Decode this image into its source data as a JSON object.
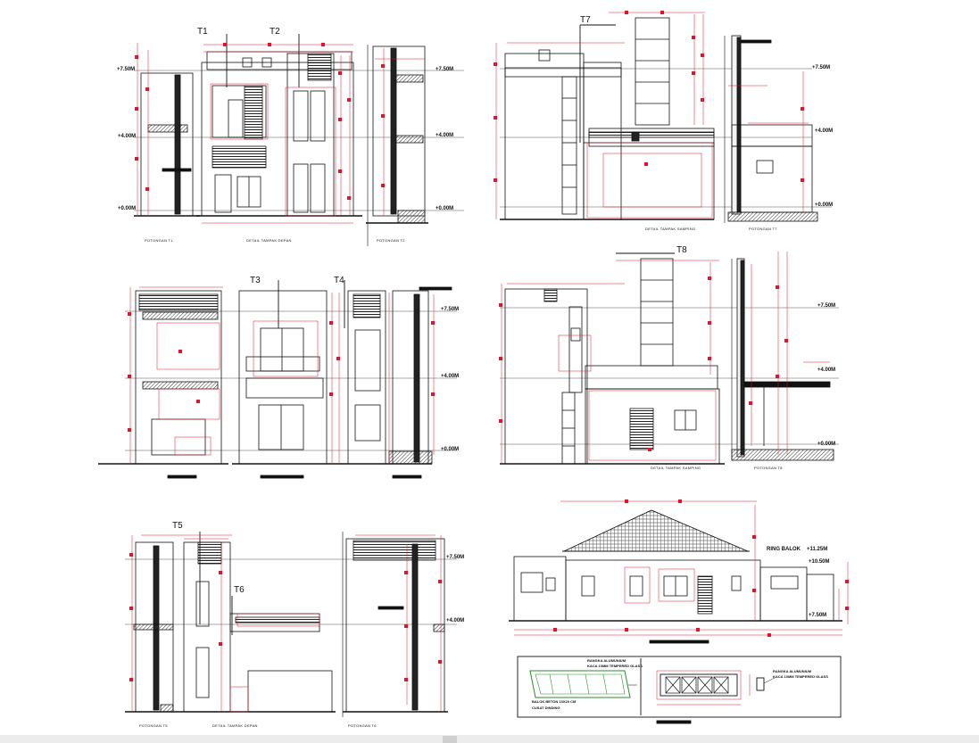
{
  "sections": {
    "p1": {
      "tags": [
        "T1",
        "T2"
      ],
      "levels": [
        "+7.50M",
        "+4.00M",
        "+0.00M",
        "+7.50M",
        "+4.00M",
        "+0.00M"
      ],
      "captions": [
        "POTONGAN T1",
        "DETAIL TAMPAK DEPAN",
        "POTONGAN T2"
      ]
    },
    "p2": {
      "tags": [
        "T7"
      ],
      "levels": [
        "+7.50M",
        "+4.00M",
        "+0.00M"
      ],
      "captions": [
        "DETAIL TAMPAK SAMPING",
        "POTONGAN T7"
      ]
    },
    "p3": {
      "tags": [
        "T3",
        "T4"
      ],
      "levels": [
        "+7.50M",
        "+4.00M",
        "+0.00M"
      ],
      "captions": []
    },
    "p4": {
      "tags": [
        "T8"
      ],
      "levels": [
        "+7.50M",
        "+4.00M",
        "+0.00M"
      ],
      "captions": [
        "DETAIL TAMPAK SAMPING",
        "POTONGAN T8"
      ]
    },
    "p5": {
      "tags": [
        "T5",
        "T6"
      ],
      "levels": [
        "+7.50M",
        "+4.00M"
      ],
      "captions": [
        "POTONGAN T5",
        "DETAIL TAMPAK DEPAN",
        "POTONGAN T6"
      ]
    },
    "p6": {
      "levels": [
        "RING BALOK",
        "+11.25M",
        "+10.50M",
        "+7.50M"
      ],
      "notes": [
        "RANGKA ALUMUNIUM",
        "KACA 10MM TEMPERED GLASS",
        "BALOK BETON 15X20 CM",
        "CUSAT DINDING",
        "RANGKA ALUMUNIUM",
        "KACA 10MM TEMPERED GLASS"
      ]
    }
  },
  "colors": {
    "line": "#111111",
    "dimension": "#e8102a",
    "hatch": "#3a3a3a",
    "detail_green": "#2e8b2e"
  }
}
